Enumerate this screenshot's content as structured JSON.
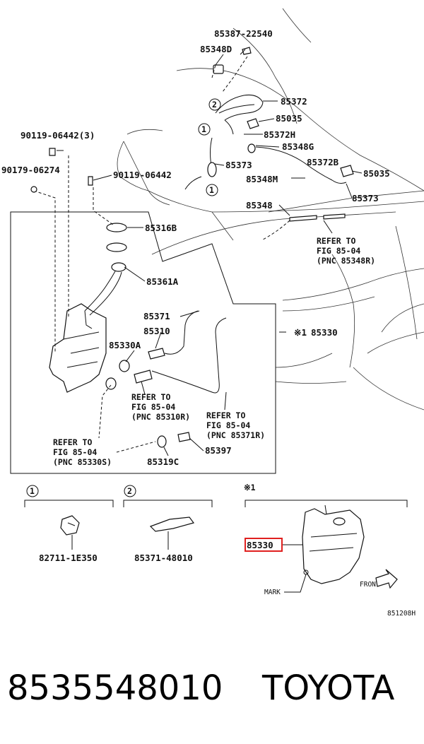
{
  "callouts": {
    "p85387": "85387-22540",
    "p85348D": "85348D",
    "p85372": "85372",
    "p85035a": "85035",
    "p85372H": "85372H",
    "p85348G": "85348G",
    "p85373a": "85373",
    "p85372B": "85372B",
    "p85035b": "85035",
    "p85348M": "85348M",
    "p85373b": "85373",
    "p85348": "85348",
    "p90119a": "90119-06442(3)",
    "p90179": "90179-06274",
    "p90119b": "90119-06442",
    "p85316B": "85316B",
    "p85361A": "85361A",
    "p85371": "85371",
    "p85310": "85310",
    "p85330A": "85330A",
    "p85330": "85330",
    "p85330_mark": "※1",
    "p85397": "85397",
    "p85319C": "85319C"
  },
  "refers": {
    "r1": [
      "REFER TO",
      "FIG 85-04",
      "(PNC 85348R)"
    ],
    "r2": [
      "REFER TO",
      "FIG 85-04",
      "(PNC 85310R)"
    ],
    "r3": [
      "REFER TO",
      "FIG 85-04",
      "(PNC 85371R)"
    ],
    "r4": [
      "REFER TO",
      "FIG 85-04",
      "(PNC 85330S)"
    ]
  },
  "circled_numbers": [
    "1",
    "2"
  ],
  "details": {
    "d1": {
      "num": "1",
      "part": "82711-1E350"
    },
    "d2": {
      "num": "2",
      "part": "85371-48010"
    },
    "d3": {
      "num": "※1",
      "part": "85330",
      "mark": "MARK",
      "front": "FRONT"
    }
  },
  "figure_code": "851208H",
  "footer": {
    "part_number": "8535548010",
    "brand": "TOYOTA"
  },
  "colors": {
    "highlight": "#e0201f",
    "ink": "#111111"
  }
}
